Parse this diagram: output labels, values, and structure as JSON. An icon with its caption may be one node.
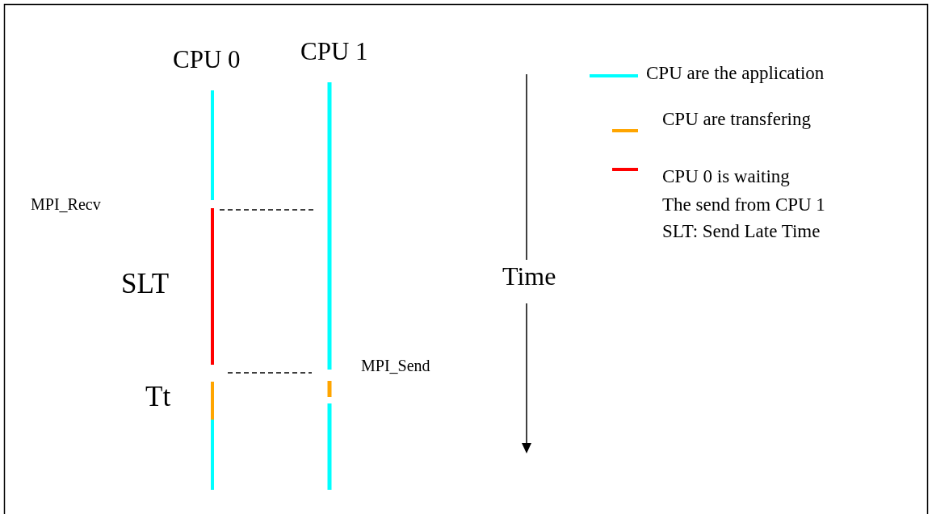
{
  "diagram": {
    "labels": [
      "CPU 0",
      "CPU 1",
      "MPI_Recv",
      "SLT",
      "Tt",
      "MPI_Send",
      "Time",
      "The send from CPU 1",
      "SLT: Send Late Time"
    ],
    "legend": [
      {
        "text": "CPU are the application",
        "color": "#00ffff"
      },
      {
        "text": "CPU are transfering",
        "color": "#ffa500"
      },
      {
        "text": "CPU 0 is waiting",
        "color": "#ff0000"
      }
    ]
  }
}
